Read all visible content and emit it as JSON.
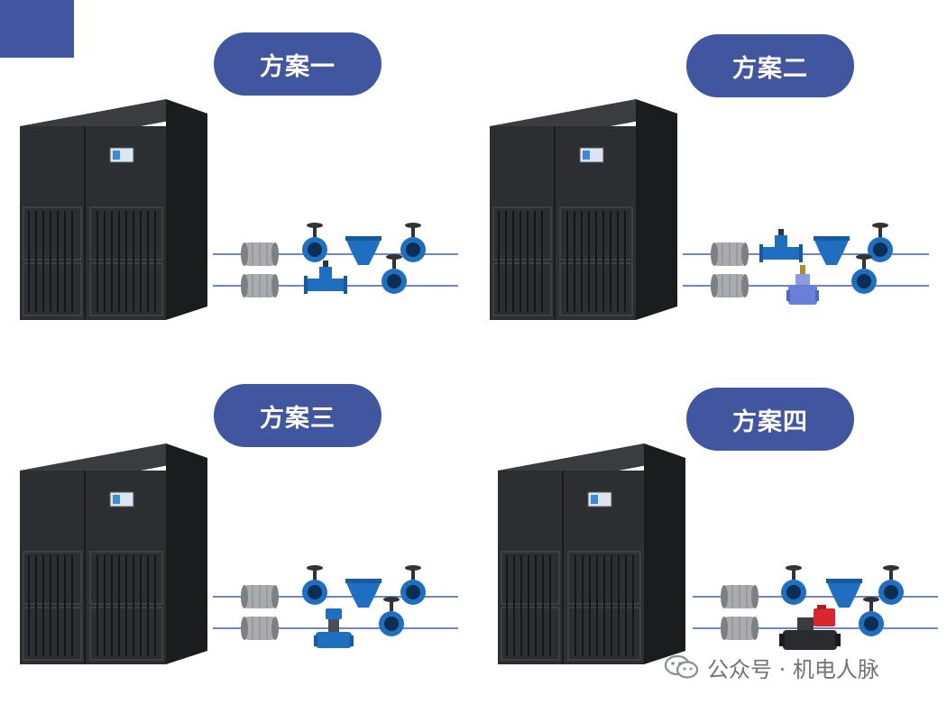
{
  "colors": {
    "accent": "#4256a0",
    "pipe": "#6f86c8",
    "cabinet": "#2b2d30",
    "cabinet_dark": "#1b1c1e",
    "valve_blue": "#1f6fc0",
    "steel": "#a9abae",
    "red_actuator": "#d8282e"
  },
  "schemes": [
    {
      "title": "方案一",
      "valves_top": [
        "flex-joint",
        "butterfly-valve",
        "y-strainer",
        "butterfly-valve"
      ],
      "valves_bottom": [
        "flex-joint",
        "balancing-valve",
        "butterfly-valve"
      ]
    },
    {
      "title": "方案二",
      "valves_top": [
        "flex-joint",
        "balancing-valve",
        "y-strainer",
        "butterfly-valve"
      ],
      "valves_bottom": [
        "flex-joint",
        "pressure-control-valve",
        "butterfly-valve"
      ]
    },
    {
      "title": "方案三",
      "valves_top": [
        "flex-joint",
        "butterfly-valve",
        "y-strainer",
        "butterfly-valve"
      ],
      "valves_bottom": [
        "flex-joint",
        "motorized-regulating-valve",
        "butterfly-valve"
      ]
    },
    {
      "title": "方案四",
      "valves_top": [
        "flex-joint",
        "butterfly-valve",
        "y-strainer",
        "butterfly-valve"
      ],
      "valves_bottom": [
        "flex-joint",
        "electric-actuator-valve",
        "butterfly-valve"
      ]
    }
  ],
  "watermark": {
    "text": "公众号 · 机电人脉",
    "icon": "wechat-icon"
  }
}
